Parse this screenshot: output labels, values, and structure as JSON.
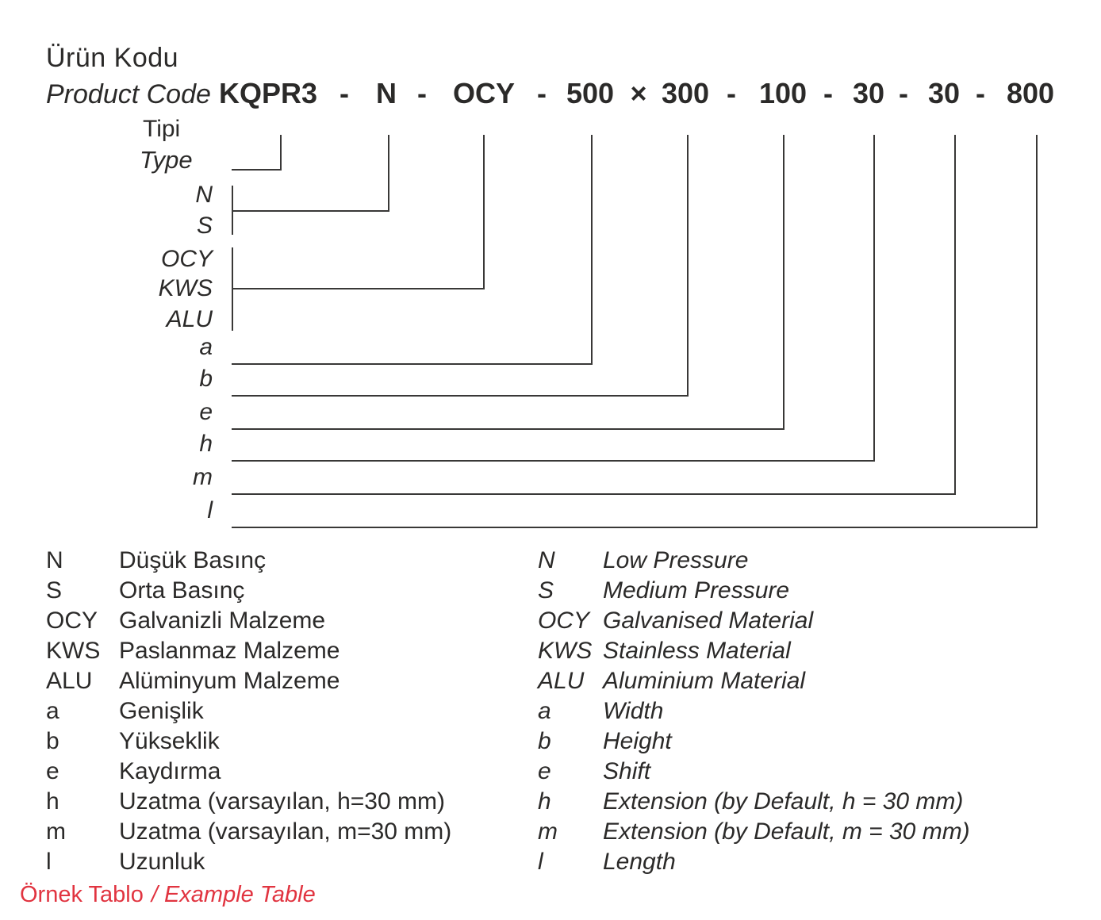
{
  "colors": {
    "ink": "#2b2a29",
    "line": "#393837",
    "accent_red": "#e13440"
  },
  "header": {
    "title_tr": "Ürün Kodu",
    "title_en": "Product Code",
    "code_segments": [
      "KQPR3",
      "-",
      "N",
      "-",
      "OCY",
      "-",
      "500",
      "×",
      "300",
      "-",
      "100",
      "-",
      "30",
      "-",
      "30",
      "-",
      "800"
    ]
  },
  "diagram": {
    "type_label_tr": "Tipi",
    "type_label_en": "Type",
    "param_labels": [
      "N",
      "S",
      "OCY",
      "KWS",
      "ALU",
      "a",
      "b",
      "e",
      "h",
      "m",
      "l"
    ]
  },
  "legend": {
    "left": [
      {
        "abbr": "N",
        "desc": "Düşük Basınç"
      },
      {
        "abbr": "S",
        "desc": "Orta Basınç"
      },
      {
        "abbr": "OCY",
        "desc": "Galvanizli Malzeme"
      },
      {
        "abbr": "KWS",
        "desc": "Paslanmaz Malzeme"
      },
      {
        "abbr": "ALU",
        "desc": "Alüminyum Malzeme"
      },
      {
        "abbr": "a",
        "desc": "Genişlik"
      },
      {
        "abbr": "b",
        "desc": "Yükseklik"
      },
      {
        "abbr": "e",
        "desc": "Kaydırma"
      },
      {
        "abbr": "h",
        "desc": "Uzatma (varsayılan, h=30 mm)"
      },
      {
        "abbr": "m",
        "desc": "Uzatma (varsayılan, m=30 mm)"
      },
      {
        "abbr": "l",
        "desc": "Uzunluk"
      }
    ],
    "right": [
      {
        "abbr": "N",
        "desc": "Low Pressure"
      },
      {
        "abbr": "S",
        "desc": "Medium Pressure"
      },
      {
        "abbr": "OCY",
        "desc": "Galvanised Material"
      },
      {
        "abbr": "KWS",
        "desc": "Stainless Material"
      },
      {
        "abbr": "ALU",
        "desc": "Aluminium Material"
      },
      {
        "abbr": "a",
        "desc": "Width"
      },
      {
        "abbr": "b",
        "desc": "Height"
      },
      {
        "abbr": "e",
        "desc": "Shift"
      },
      {
        "abbr": "h",
        "desc": "Extension (by Default, h = 30 mm)"
      },
      {
        "abbr": "m",
        "desc": "Extension (by Default, m = 30 mm)"
      },
      {
        "abbr": "l",
        "desc": "Length"
      }
    ]
  },
  "footer": {
    "label_tr": "Örnek Tablo",
    "label_en": "/ Example Table"
  }
}
